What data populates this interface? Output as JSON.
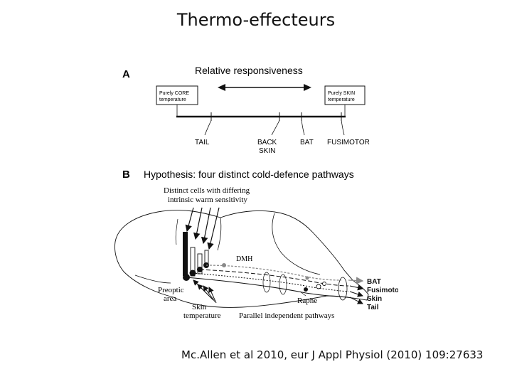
{
  "slide": {
    "title": "Thermo-effecteurs",
    "caption": "Mc.Allen et al 2010, eur J Appl Physiol (2010) 109:27633"
  },
  "panel_a": {
    "letter": "A",
    "heading": "Relative responsiveness",
    "left_box": [
      "Purely CORE",
      "temperature"
    ],
    "right_box": [
      "Purely SKIN",
      "temperature"
    ],
    "effectors": [
      "TAIL",
      "BACK",
      "SKIN",
      "BAT",
      "FUSIMOTOR"
    ]
  },
  "panel_b": {
    "letter": "B",
    "heading": "Hypothesis: four distinct cold-defence pathways",
    "cells_label": [
      "Distinct cells with differing",
      "intrinsic warm sensitivity"
    ],
    "dmh": "DMH",
    "preoptic": [
      "Preoptic",
      "area"
    ],
    "skin_temp": [
      "Skin",
      "temperature"
    ],
    "raphe": "Raphe",
    "parallel": "Parallel independent pathways",
    "outputs": [
      "BAT",
      "Fusimotor",
      "Skin",
      "Tail"
    ]
  },
  "colors": {
    "ink": "#111111",
    "gray": "#8a8a8a"
  }
}
